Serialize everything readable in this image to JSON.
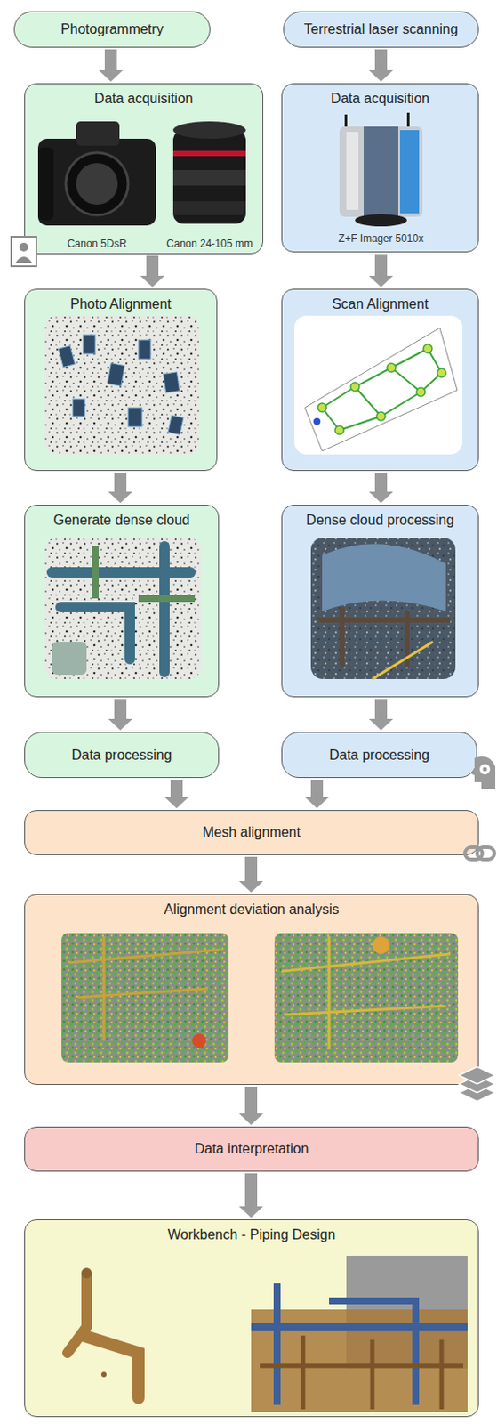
{
  "diagram": {
    "nodes": [
      {
        "text": [
          "Photogrammetry"
        ]
      },
      {
        "text": [
          "Terrestrial laser scanning"
        ]
      },
      {
        "text": [
          "Data acquisition"
        ]
      },
      {
        "text": [
          "Data acquisition"
        ]
      },
      {
        "text": [
          "Photo Alignment"
        ]
      },
      {
        "text": [
          "Scan Alignment"
        ]
      },
      {
        "text": [
          "Generate dense cloud"
        ]
      },
      {
        "text": [
          "Dense cloud processing"
        ]
      },
      {
        "text": [
          "Data processing"
        ]
      },
      {
        "text": [
          "Data processing"
        ]
      },
      {
        "text": [
          "Mesh alignment"
        ]
      },
      {
        "text": [
          "Alignment deviation analysis"
        ]
      },
      {
        "text": [
          "Data interpretation"
        ]
      },
      {
        "text": [
          "Workbench - Piping Design"
        ]
      }
    ],
    "edges": [
      {
        "from": 0,
        "to": 2,
        "arrow": "to"
      },
      {
        "from": 1,
        "to": 3,
        "arrow": "to"
      },
      {
        "from": 2,
        "to": 4,
        "arrow": "to"
      },
      {
        "from": 3,
        "to": 5,
        "arrow": "to"
      },
      {
        "from": 4,
        "to": 6,
        "arrow": "to"
      },
      {
        "from": 5,
        "to": 7,
        "arrow": "to"
      },
      {
        "from": 6,
        "to": 8,
        "arrow": "to"
      },
      {
        "from": 7,
        "to": 9,
        "arrow": "to"
      },
      {
        "from": 8,
        "to": 10,
        "arrow": "to"
      },
      {
        "from": 9,
        "to": 10,
        "arrow": "to"
      },
      {
        "from": 10,
        "to": 11,
        "arrow": "to"
      },
      {
        "from": 11,
        "to": 12,
        "arrow": "to"
      },
      {
        "from": 12,
        "to": 13,
        "arrow": "to"
      }
    ],
    "labels": [
      "Canon 5DsR",
      "Canon 24-105 mm",
      "Z+F Imager 5010x"
    ]
  }
}
